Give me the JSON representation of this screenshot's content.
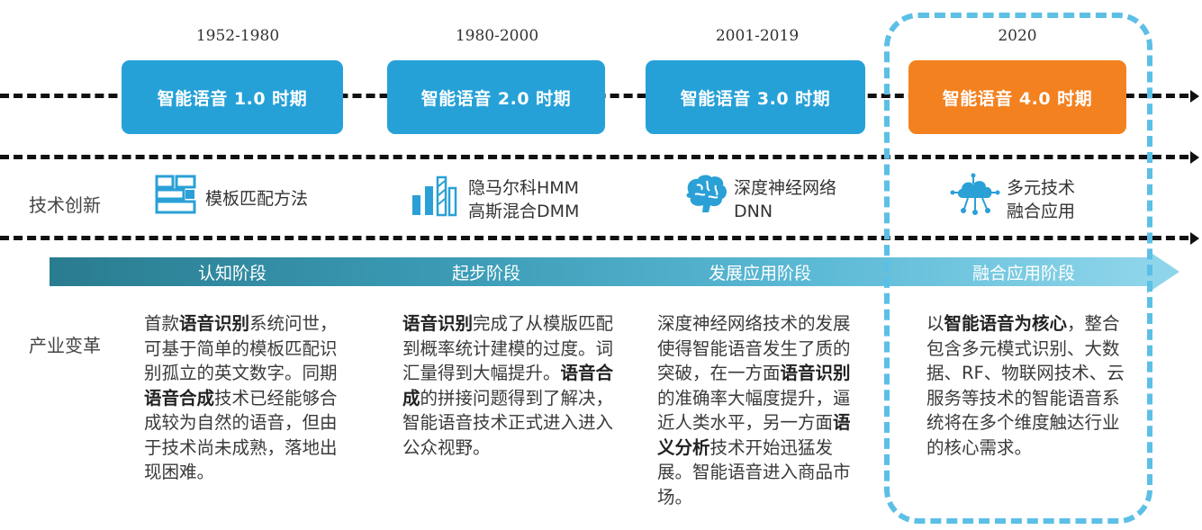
{
  "colors": {
    "era_blue": "#26a1d8",
    "era_orange": "#f4811f",
    "highlight_dash": "#5cbfe6",
    "stage_band_start": "#2a7c8f",
    "stage_band_end": "#8ed5ea"
  },
  "row_labels": {
    "tech": "技术创新",
    "industry": "产业变革"
  },
  "eras": [
    {
      "year": "1952-1980",
      "title": "智能语音 1.0 时期",
      "tech_icon": "template-blocks-icon",
      "tech_lines": [
        "模板匹配方法"
      ],
      "stage": "认知阶段"
    },
    {
      "year": "1980-2000",
      "title": "智能语音 2.0 时期",
      "tech_icon": "bar-chart-icon",
      "tech_lines": [
        "隐马尔科HMM",
        "高斯混合DMM"
      ],
      "stage": "起步阶段"
    },
    {
      "year": "2001-2019",
      "title": "智能语音 3.0 时期",
      "tech_icon": "brain-icon",
      "tech_lines": [
        "深度神经网络",
        "DNN"
      ],
      "stage": "发展应用阶段"
    },
    {
      "year": "2020",
      "title": "智能语音 4.0 时期",
      "tech_icon": "cloud-network-icon",
      "tech_lines": [
        "多元技术",
        "融合应用"
      ],
      "stage": "融合应用阶段"
    }
  ],
  "descriptions": [
    [
      {
        "t": "首款",
        "b": false
      },
      {
        "t": "语音识别",
        "b": true
      },
      {
        "t": "系统问世，可基于简单的模板匹配识别孤立的英文数字。同期",
        "b": false
      },
      {
        "t": "语音合成",
        "b": true
      },
      {
        "t": "技术已经能够合成较为自然的语音，但由于技术尚未成熟，落地出现困难。",
        "b": false
      }
    ],
    [
      {
        "t": "语音识别",
        "b": true
      },
      {
        "t": "完成了从模版匹配到概率统计建模的过度。词汇量得到大幅提升。",
        "b": false
      },
      {
        "t": "语音合成",
        "b": true
      },
      {
        "t": "的拼接问题得到了解决，智能语音技术正式进入进入公众视野。",
        "b": false
      }
    ],
    [
      {
        "t": "深度神经网络技术的发展使得智能语音发生了质的突破，在一方面",
        "b": false
      },
      {
        "t": "语音识别",
        "b": true
      },
      {
        "t": "的准确率大幅度提升，逼近人类水平，另一方面",
        "b": false
      },
      {
        "t": "语义分析",
        "b": true
      },
      {
        "t": "技术开始迅猛发展。智能语音进入商品市场。",
        "b": false
      }
    ],
    [
      {
        "t": "以",
        "b": false
      },
      {
        "t": "智能语音为核心",
        "b": true
      },
      {
        "t": "，整合包含多元模式识别、大数据、RF、物联网技术、云服务等技术的智能语音系统将在多个维度触达行业的核心需求。",
        "b": false
      }
    ]
  ]
}
